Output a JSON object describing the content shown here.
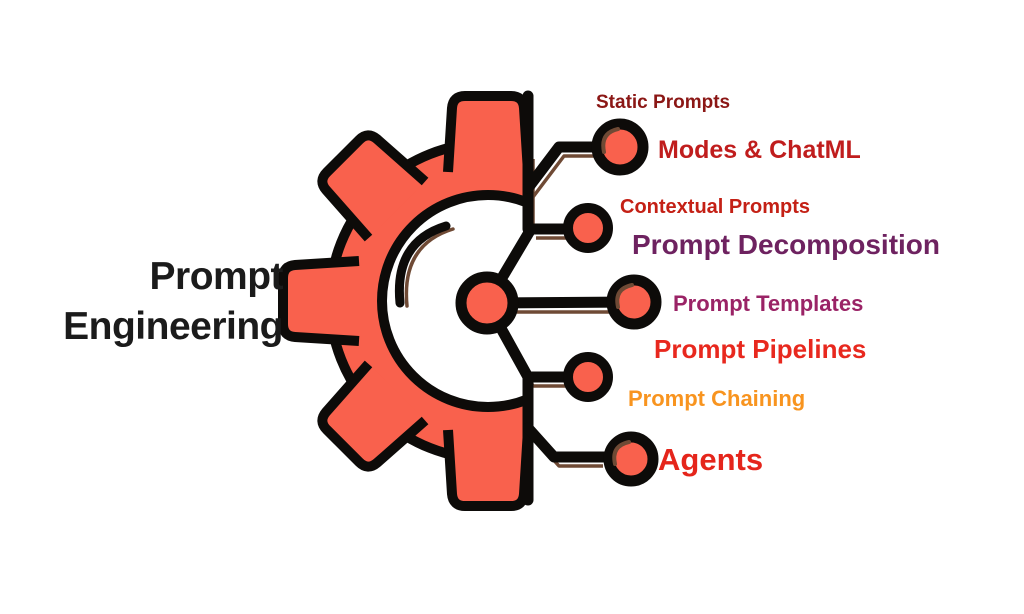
{
  "diagram": {
    "type": "mind-map",
    "center": {
      "line1": "Prompt",
      "line2": "Engineering",
      "color": "#1B1B1B"
    },
    "branches": [
      {
        "id": "static-prompts",
        "text": "Static Prompts",
        "color": "#8B1715"
      },
      {
        "id": "modes-chatml",
        "text": "Modes & ChatML",
        "color": "#C01D1D"
      },
      {
        "id": "contextual-prompts",
        "text": "Contextual Prompts",
        "color": "#C42015"
      },
      {
        "id": "prompt-decomposition",
        "text": "Prompt Decomposition",
        "color": "#6E2260"
      },
      {
        "id": "prompt-templates",
        "text": "Prompt Templates",
        "color": "#9A2366"
      },
      {
        "id": "prompt-pipelines",
        "text": "Prompt Pipelines",
        "color": "#E8281E"
      },
      {
        "id": "prompt-chaining",
        "text": "Prompt Chaining",
        "color": "#F8941F"
      },
      {
        "id": "agents",
        "text": "Agents",
        "color": "#E5251B"
      }
    ],
    "colors": {
      "gear_fill": "#F9614D",
      "outline": "#0D0B09",
      "shadow_trace": "#6F4A35",
      "background": "#FFFFFF"
    },
    "icons": [
      "gear-icon",
      "hub-node-icon",
      "branch-node-icon",
      "connector-trace-icon"
    ]
  }
}
